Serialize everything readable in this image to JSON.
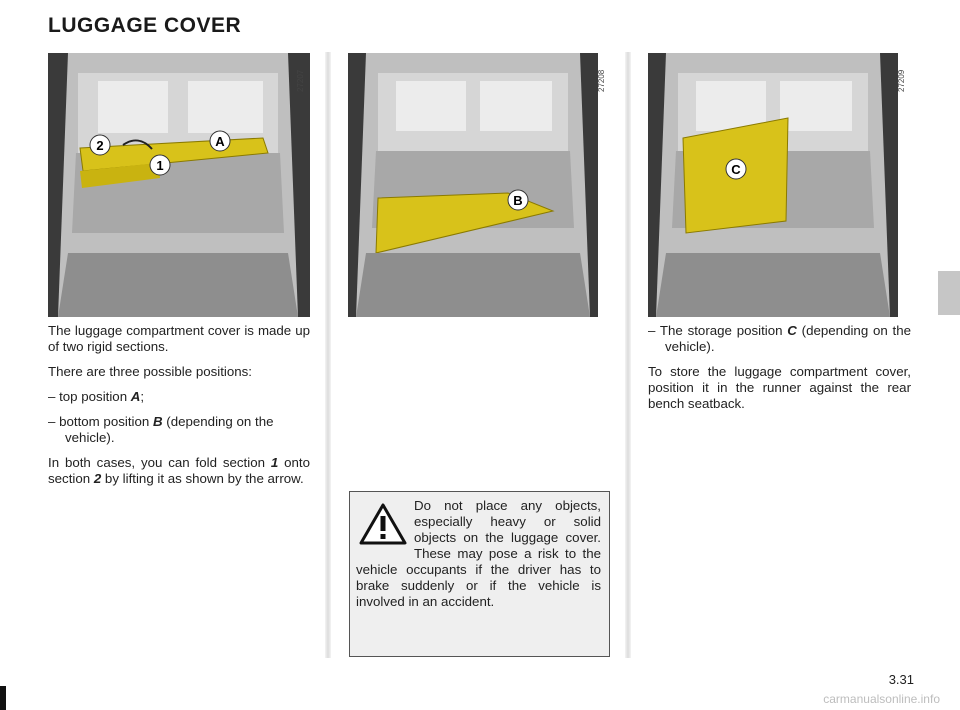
{
  "page": {
    "title": "LUGGAGE COVER",
    "page_number": "3.31",
    "footer_watermark": "carmanualsonline.info"
  },
  "figures": [
    {
      "code": "27207",
      "labels": [
        "2",
        "A",
        "1"
      ]
    },
    {
      "code": "27208",
      "labels": [
        "B"
      ]
    },
    {
      "code": "27209",
      "labels": [
        "C"
      ]
    }
  ],
  "col1": {
    "intro": "The luggage compartment cover is made up of two rigid sections.",
    "positions_lead": "There are three possible positions:",
    "item_top_pre": "– top position ",
    "item_top_ref": "A",
    "item_top_post": ";",
    "item_bottom_pre": "– bottom position ",
    "item_bottom_ref": "B",
    "item_bottom_post": " (depending on the vehicle).",
    "fold_pre": "In both cases, you can fold section ",
    "fold_ref1": "1",
    "fold_mid": " onto section ",
    "fold_ref2": "2",
    "fold_post": " by lifting it as shown by the arrow."
  },
  "col3": {
    "storage_pre": "– The storage position ",
    "storage_ref": "C",
    "storage_post": " (depending on the vehicle).",
    "store_text": "To store the luggage compartment cover, position it in the runner against the rear bench seatback."
  },
  "warning": {
    "icon": "warning-triangle-icon",
    "text": "Do not place any objects, especially heavy or solid objects on the luggage cover. These may pose a risk to the vehicle occupants if the driver has to brake suddenly or if the vehicle is involved in an accident."
  },
  "colors": {
    "cover_yellow": "#d8c21a",
    "badge_bg": "#ffffff",
    "photo_bg": "#2e2e2e"
  }
}
